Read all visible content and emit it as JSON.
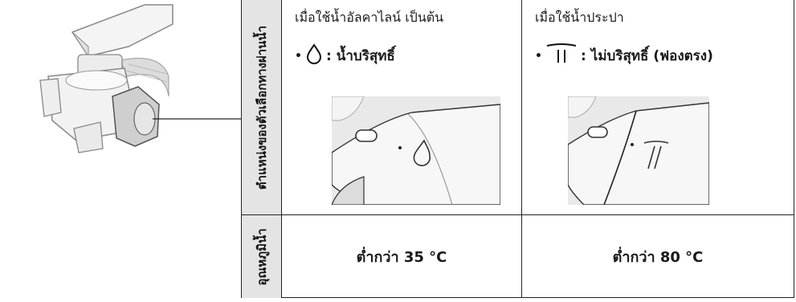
{
  "row_headers": {
    "position": "ตำแหน่งของตัวเลือกทางผ่านน้ำ",
    "temperature": "อุณหภูมิน้ำ"
  },
  "columns": [
    {
      "condition": "เมื่อใช้น้ำอัลคาไลน์ เป็นต้น",
      "mode_icon": "water-drop-icon",
      "mode_label": "น้ำบริสุทธิ์",
      "temperature": "ต่ำกว่า 35 °C"
    },
    {
      "condition": "เมื่อใช้น้ำประปา",
      "mode_icon": "shower-icon",
      "mode_label": "ไม่บริสุทธิ์ (ฟองตรง)",
      "temperature": "ต่ำกว่า 80 °C"
    }
  ],
  "colors": {
    "border": "#222222",
    "header_bg": "#e4e4e4"
  }
}
